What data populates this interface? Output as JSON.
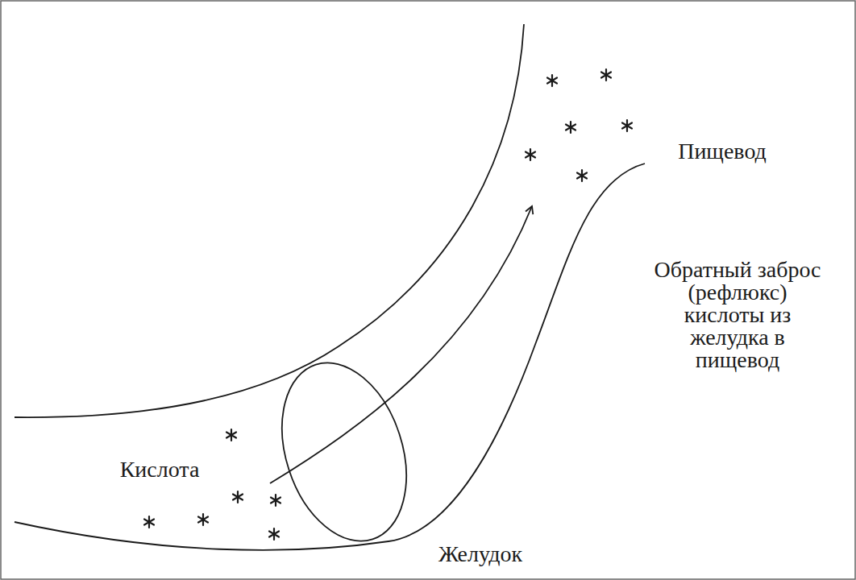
{
  "diagram": {
    "labels": [
      "Пищевод",
      "Обратный заброс (рефлюкс) кислоты из желудка в пищевод",
      "Кислота",
      "Желудок"
    ]
  }
}
